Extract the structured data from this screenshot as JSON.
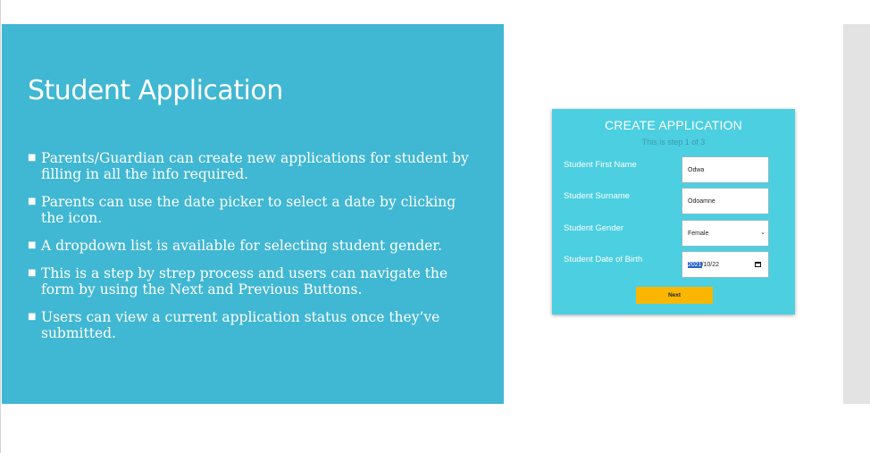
{
  "slide": {
    "title": "Student Application",
    "bullet_symbol": "■",
    "bullets": [
      "Parents/Guardian can create new applications for student by filling in all the info required.",
      "Parents can use the date picker to select a date by clicking the icon.",
      "A dropdown list is available for selecting student gender.",
      "This is a step by strep process and users can navigate the form by using the Next and Previous Buttons.",
      "Users can view a current application status once they’ve submitted."
    ]
  },
  "form": {
    "title": "CREATE APPLICATION",
    "step_text": "This is step 1 of 3",
    "fields": {
      "first_name": {
        "label": "Student First Name",
        "value": "Odwa"
      },
      "surname": {
        "label": "Student Surname",
        "value": "Odoamne"
      },
      "gender": {
        "label": "Student Gender",
        "value": "Female"
      },
      "dob": {
        "label": "Student Date of Birth",
        "year": "2021",
        "rest": "/10/22"
      }
    },
    "next_label": "Next"
  },
  "colors": {
    "slide_panel": "#40b7d3",
    "card_bg": "#4ccfe1",
    "next_button": "#fbb700"
  },
  "icons": {
    "bullet": "square-bullet-icon",
    "dropdown": "chevron-down-icon",
    "date_picker": "calendar-icon"
  }
}
